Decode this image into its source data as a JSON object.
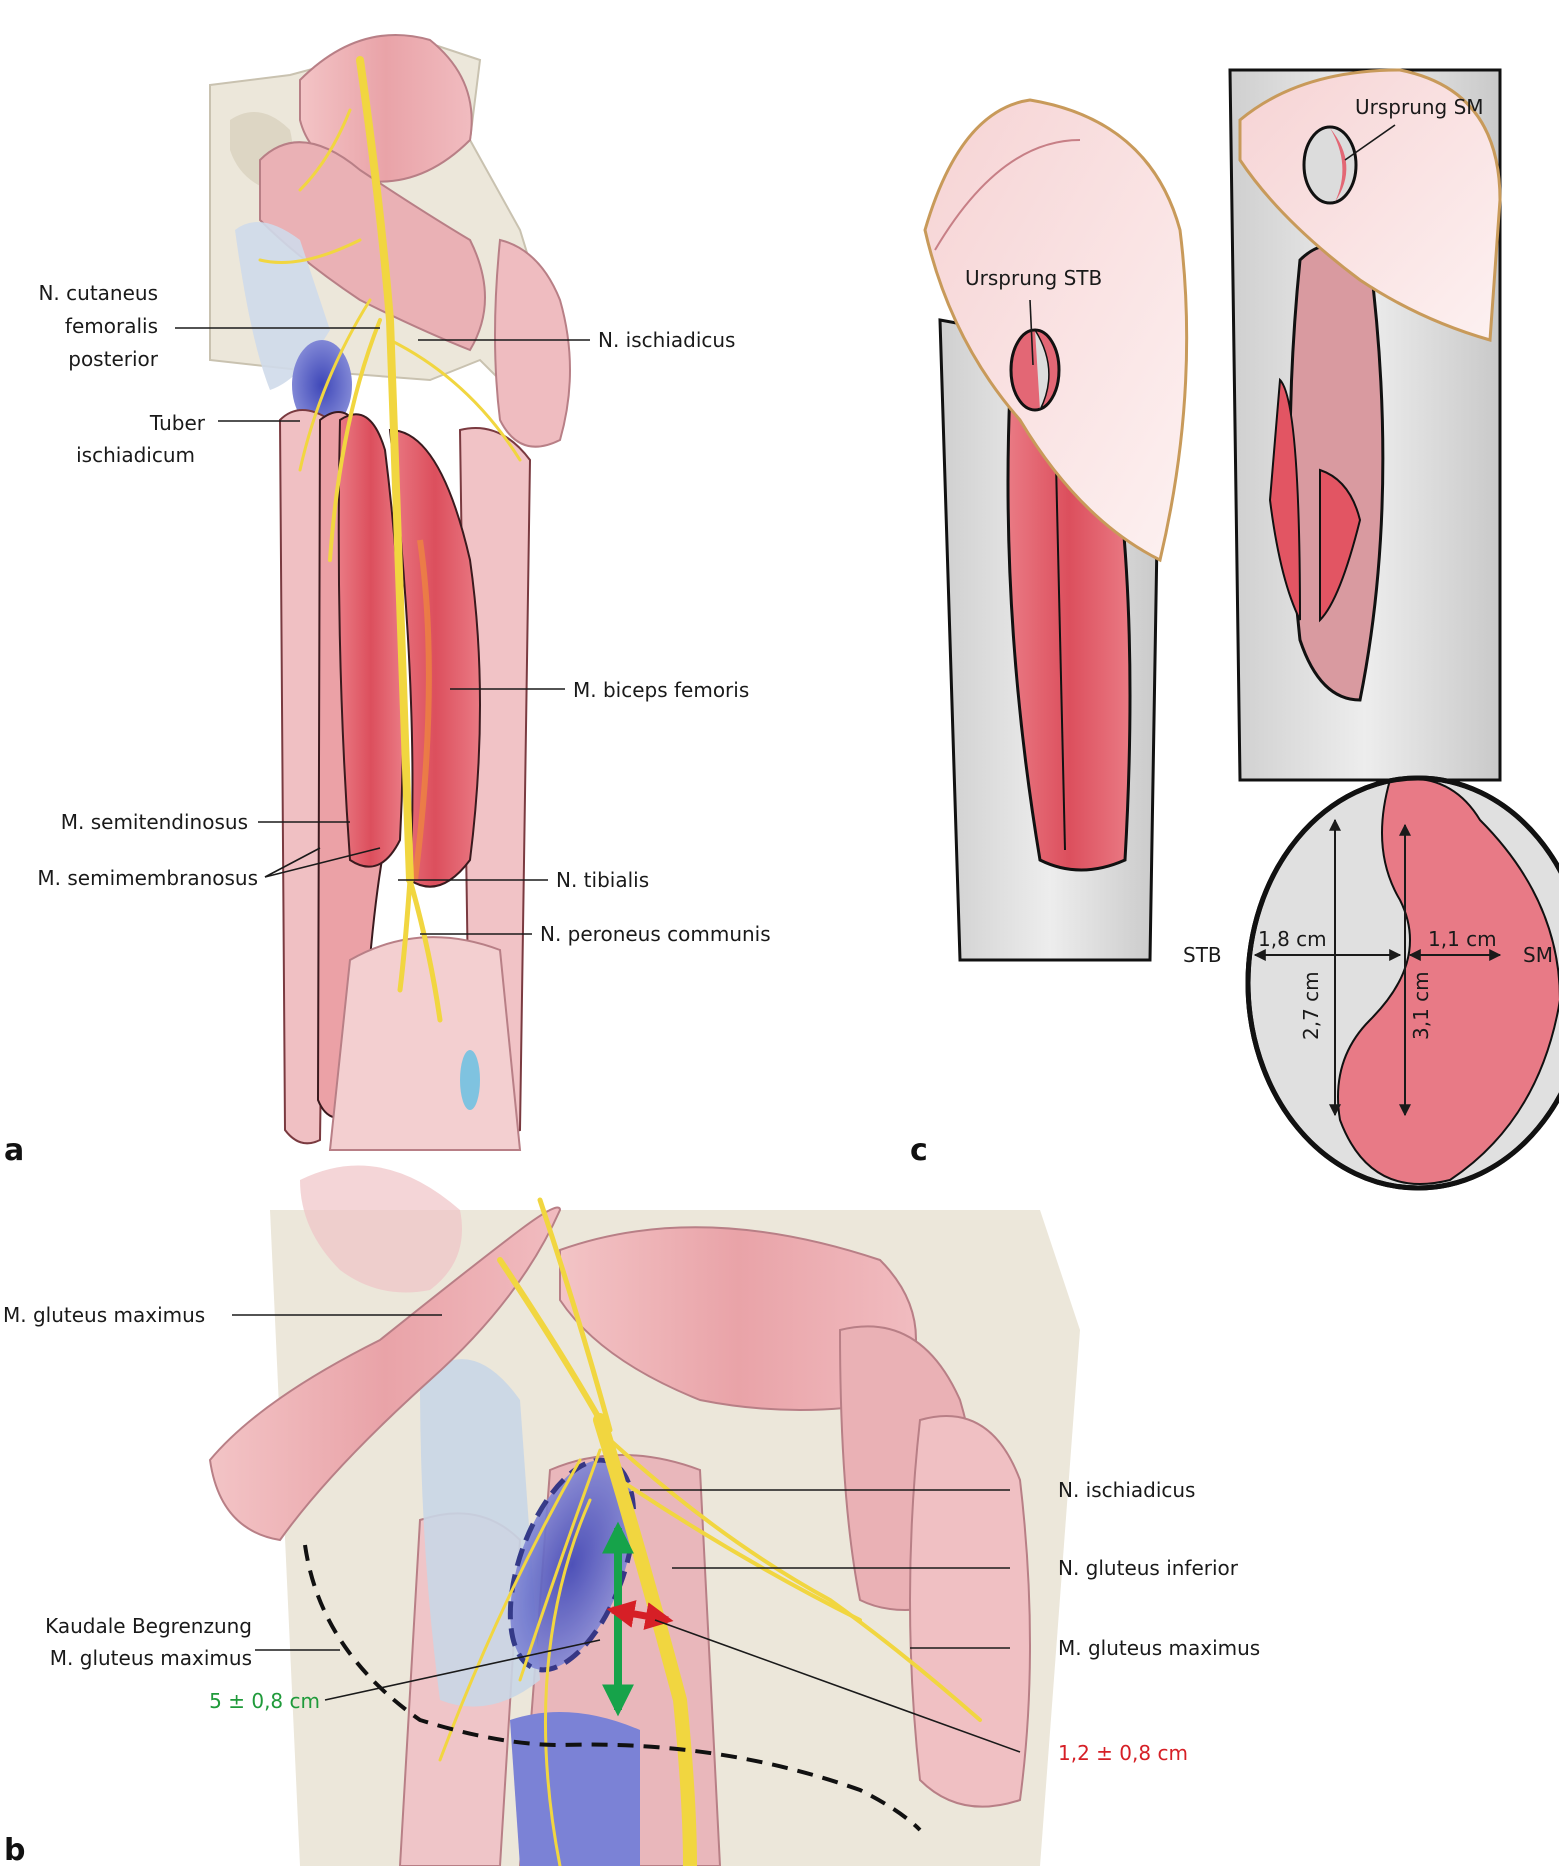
{
  "panels": {
    "a": "a",
    "b": "b",
    "c": "c"
  },
  "panel_a": {
    "labels": {
      "n_cutaneus": [
        "N. cutaneus",
        "femoralis",
        "posterior"
      ],
      "tuber": [
        "Tuber",
        "ischiadicum"
      ],
      "n_ischiadicus": "N. ischiadicus",
      "biceps": "M. biceps femoris",
      "semitendinosus": "M. semitendinosus",
      "semimembranosus": "M. semimembranosus",
      "tibialis": "N. tibialis",
      "peroneus": "N. peroneus communis"
    }
  },
  "panel_b": {
    "labels": {
      "gluteus_max_left": "M. gluteus maximus",
      "n_ischiadicus": "N. ischiadicus",
      "n_gluteus_inferior": "N. gluteus inferior",
      "gluteus_max_right": "M. gluteus maximus",
      "kaudale": [
        "Kaudale Begrenzung",
        "M. gluteus maximus"
      ],
      "dist_green": "5 ± 0,8 cm",
      "dist_red": "1,2 ± 0,8 cm"
    }
  },
  "panel_c": {
    "labels": {
      "ursprung_stb": "Ursprung STB",
      "ursprung_sm": "Ursprung SM",
      "stb": "STB",
      "sm": "SM",
      "w_stb": "1,8 cm",
      "w_sm": "1,1 cm",
      "h_stb": "2,7 cm",
      "h_sm": "3,1 cm"
    }
  },
  "colors": {
    "muscle": "#e8a0a6",
    "muscle_dark": "#d9646f",
    "red_muscle": "#e25563",
    "nerve": "#f1d640",
    "bursa": "#5b63c8",
    "green_arrow": "#16a34a",
    "red_arrow": "#d61f26",
    "green_text": "#1f9a3a",
    "red_text": "#d61f26",
    "bone": "#ece7da"
  }
}
